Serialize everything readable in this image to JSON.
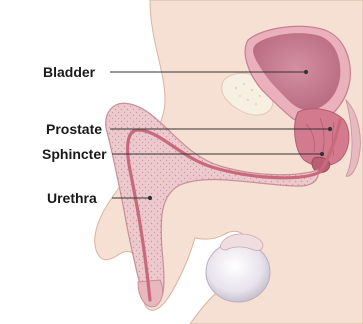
{
  "labels": {
    "bladder": "Bladder",
    "prostate": "Prostate",
    "sphincter": "Sphincter",
    "urethra": "Urethra"
  },
  "colors": {
    "skin": "#f6e0d3",
    "skin_outline": "#dcb7a4",
    "tissue": "#e8c3c6",
    "tissue_dots": "#c88f98",
    "urethra": "#c96a7c",
    "bladder_wall": "#e6a7b2",
    "bladder_fill": "#c98697",
    "prostate": "#cc6f84",
    "testis": "#ece8f0",
    "leader_line": "#333333"
  }
}
